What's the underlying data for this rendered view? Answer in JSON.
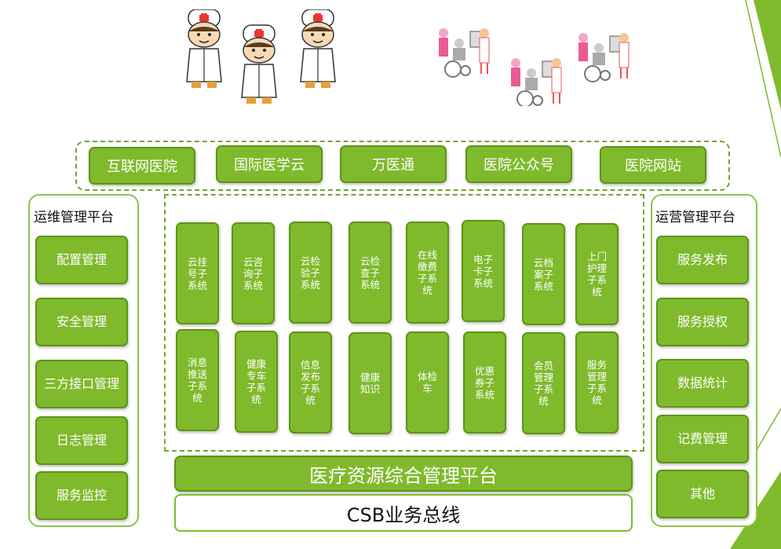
{
  "top_channels": [
    "互联网医院",
    "国际医学云",
    "万医通",
    "医院公众号",
    "医院网站"
  ],
  "left_panel": {
    "title": "运维管理平台",
    "items": [
      "配置管理",
      "安全管理",
      "三方接口管理",
      "日志管理",
      "服务监控"
    ]
  },
  "right_panel": {
    "title": "运营管理平台",
    "items": [
      "服务发布",
      "服务授权",
      "数据统计",
      "记费管理",
      "其他"
    ]
  },
  "subsystems_row1": [
    "云挂号子系统",
    "云咨询子系统",
    "云检验子系统",
    "云检查子系统",
    "在线缴费子系统",
    "电子卡子系统",
    "云档案子系统",
    "上门护理子系统"
  ],
  "subsystems_row2": [
    "消息推送子系统",
    "健康专车子系统",
    "信息发布子系统",
    "健康知识",
    "体检车",
    "优惠券子系统",
    "会员管理子系统",
    "服务管理子系统"
  ],
  "platform_bar": "医疗资源综合管理平台",
  "bus_bar": "CSB业务总线",
  "colors": {
    "green": "#7fba2c",
    "border": "#5d9417",
    "dash": "#6fa82a"
  }
}
